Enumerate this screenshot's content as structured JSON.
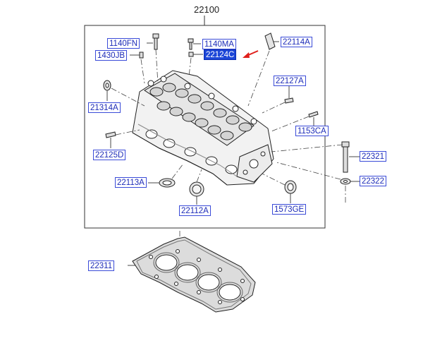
{
  "diagram": {
    "assembly_part": "22100",
    "gasket_part": "22311",
    "highlighted_part": "22124C",
    "accent_color": "#1d47d8",
    "label_color": "#1c2bb8",
    "arrow_color": "#e0201c",
    "parts": {
      "p1140FN": "1140FN",
      "p1430JB": "1430JB",
      "p1140MA": "1140MA",
      "p22124C": "22124C",
      "p22114A": "22114A",
      "p21314A": "21314A",
      "p22127A": "22127A",
      "p1153CA": "1153CA",
      "p22125D": "22125D",
      "p22321": "22321",
      "p22113A": "22113A",
      "p22322": "22322",
      "p22112A": "22112A",
      "p1573GE": "1573GE",
      "p22311": "22311"
    }
  }
}
